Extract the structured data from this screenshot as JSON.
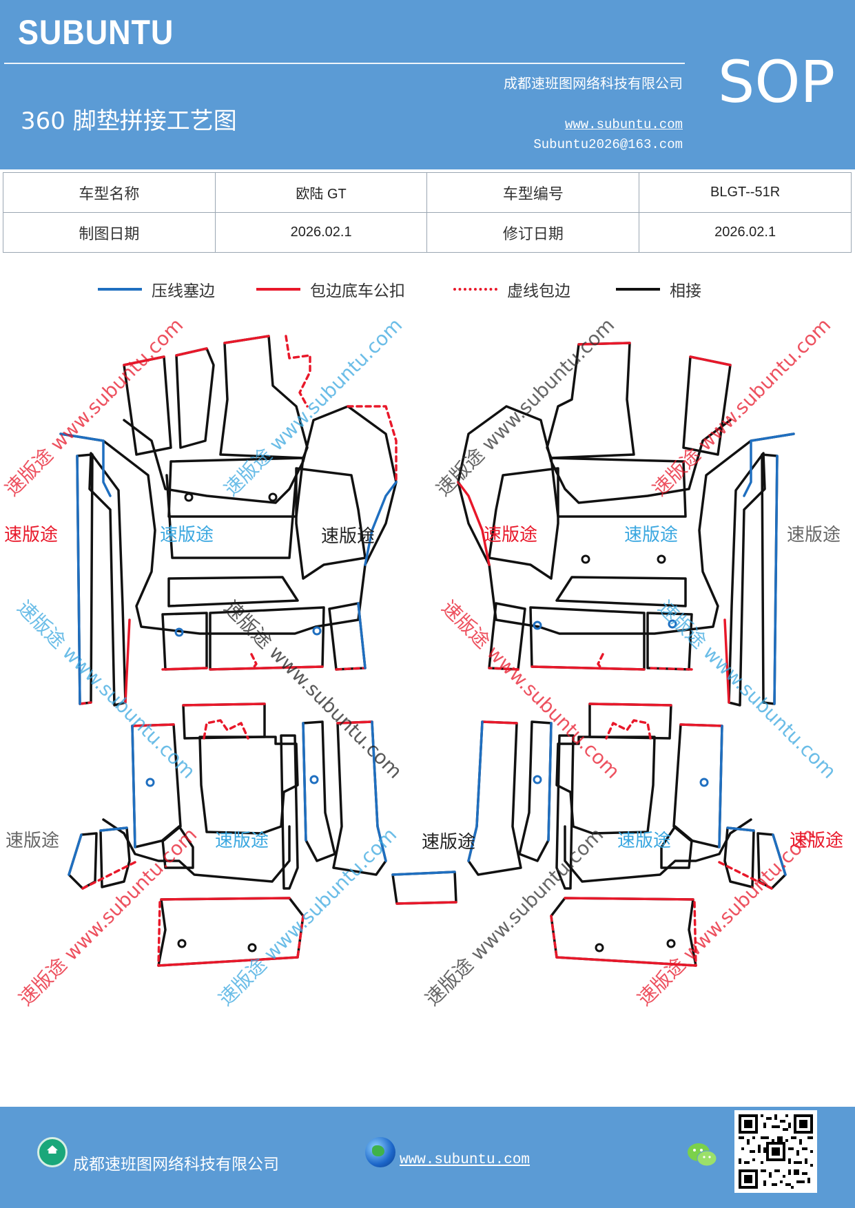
{
  "header": {
    "brand": "SUBUNTU",
    "company": "成都速班图网络科技有限公司",
    "title": "360 脚垫拼接工艺图",
    "website": "www.subuntu.com",
    "email": "Subuntu2026@163.com",
    "badge": "SOP"
  },
  "info_table": {
    "row1": {
      "label1": "车型名称",
      "value1": "欧陆 GT",
      "label2": "车型编号",
      "value2": "BLGT--51R"
    },
    "row2": {
      "label1": "制图日期",
      "value1": "2026.02.1",
      "label2": "修订日期",
      "value2": "2026.02.1"
    }
  },
  "legend": [
    {
      "label": "压线塞边",
      "color": "#1f6fc0",
      "style": "solid"
    },
    {
      "label": "包边底车公扣",
      "color": "#e8182a",
      "style": "solid"
    },
    {
      "label": "虚线包边",
      "color": "#e8182a",
      "style": "dashed"
    },
    {
      "label": "相接",
      "color": "#111111",
      "style": "solid"
    }
  ],
  "watermark": {
    "brand_cn": "速版途",
    "diag_text": "速版途 www.subuntu.com",
    "colors": {
      "red": "#e8182a",
      "blue": "#3aa7e0",
      "black": "#222222",
      "gray": "#666666"
    }
  },
  "footer": {
    "company": "成都速班图网络科技有限公司",
    "website": "www.subuntu.com "
  },
  "icons": {
    "home": "home-icon",
    "globe": "globe-icon",
    "wechat": "wechat-icon",
    "qr": "qr-code"
  }
}
